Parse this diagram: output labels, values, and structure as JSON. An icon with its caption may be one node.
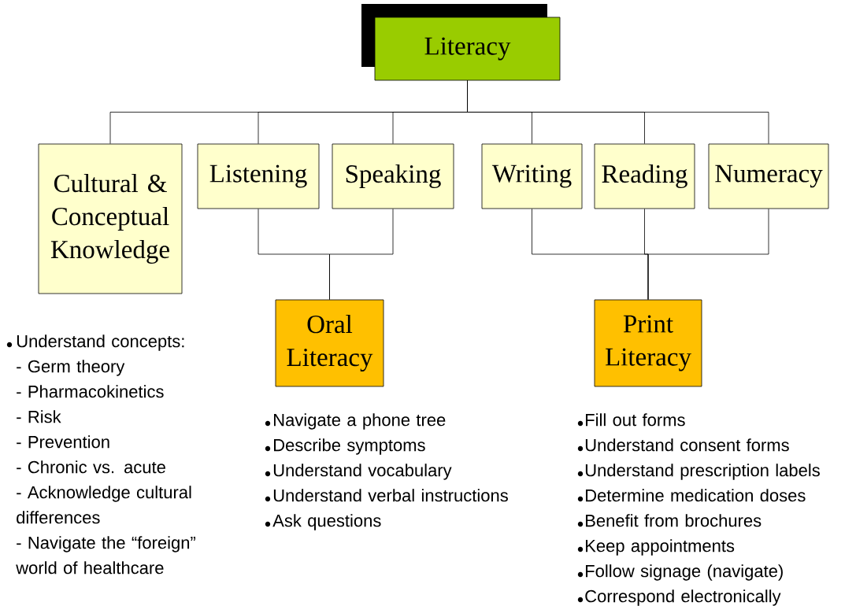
{
  "diagram": {
    "nodes": [
      {
        "text": [
          "Literacy"
        ]
      },
      {
        "text": [
          "Cultural & Conceptual Knowledge"
        ],
        "beside": [
          "Understand concepts:",
          "- Germ theory",
          "- Pharmacokinetics",
          "- Risk",
          "- Prevention",
          "- Chronic vs. acute",
          "- Acknowledge cultural differences",
          "- Navigate the “foreign” world of healthcare"
        ]
      },
      {
        "text": [
          "Listening"
        ]
      },
      {
        "text": [
          "Speaking"
        ]
      },
      {
        "text": [
          "Writing"
        ]
      },
      {
        "text": [
          "Reading"
        ]
      },
      {
        "text": [
          "Numeracy"
        ]
      },
      {
        "text": [
          "Oral Literacy"
        ],
        "beside": [
          "Navigate a phone tree",
          "Describe symptoms",
          "Understand vocabulary",
          "Understand verbal instructions",
          "Ask questions"
        ]
      },
      {
        "text": [
          "Print Literacy"
        ],
        "beside": [
          "Fill out forms",
          "Understand consent forms",
          "Understand prescription labels",
          "Determine medication doses",
          "Benefit from brochures",
          "Keep appointments",
          "Follow signage (navigate)",
          "Correspond electronically"
        ]
      }
    ],
    "edges": [
      {
        "from": 0,
        "to": 1,
        "arrow": "none"
      },
      {
        "from": 0,
        "to": 2,
        "arrow": "none"
      },
      {
        "from": 0,
        "to": 3,
        "arrow": "none"
      },
      {
        "from": 0,
        "to": 4,
        "arrow": "none"
      },
      {
        "from": 0,
        "to": 5,
        "arrow": "none"
      },
      {
        "from": 0,
        "to": 6,
        "arrow": "none"
      },
      {
        "from": 2,
        "to": 7,
        "arrow": "none"
      },
      {
        "from": 3,
        "to": 7,
        "arrow": "none"
      },
      {
        "from": 4,
        "to": 8,
        "arrow": "none"
      },
      {
        "from": 5,
        "to": 8,
        "arrow": "none"
      },
      {
        "from": 6,
        "to": 8,
        "arrow": "none"
      }
    ]
  }
}
